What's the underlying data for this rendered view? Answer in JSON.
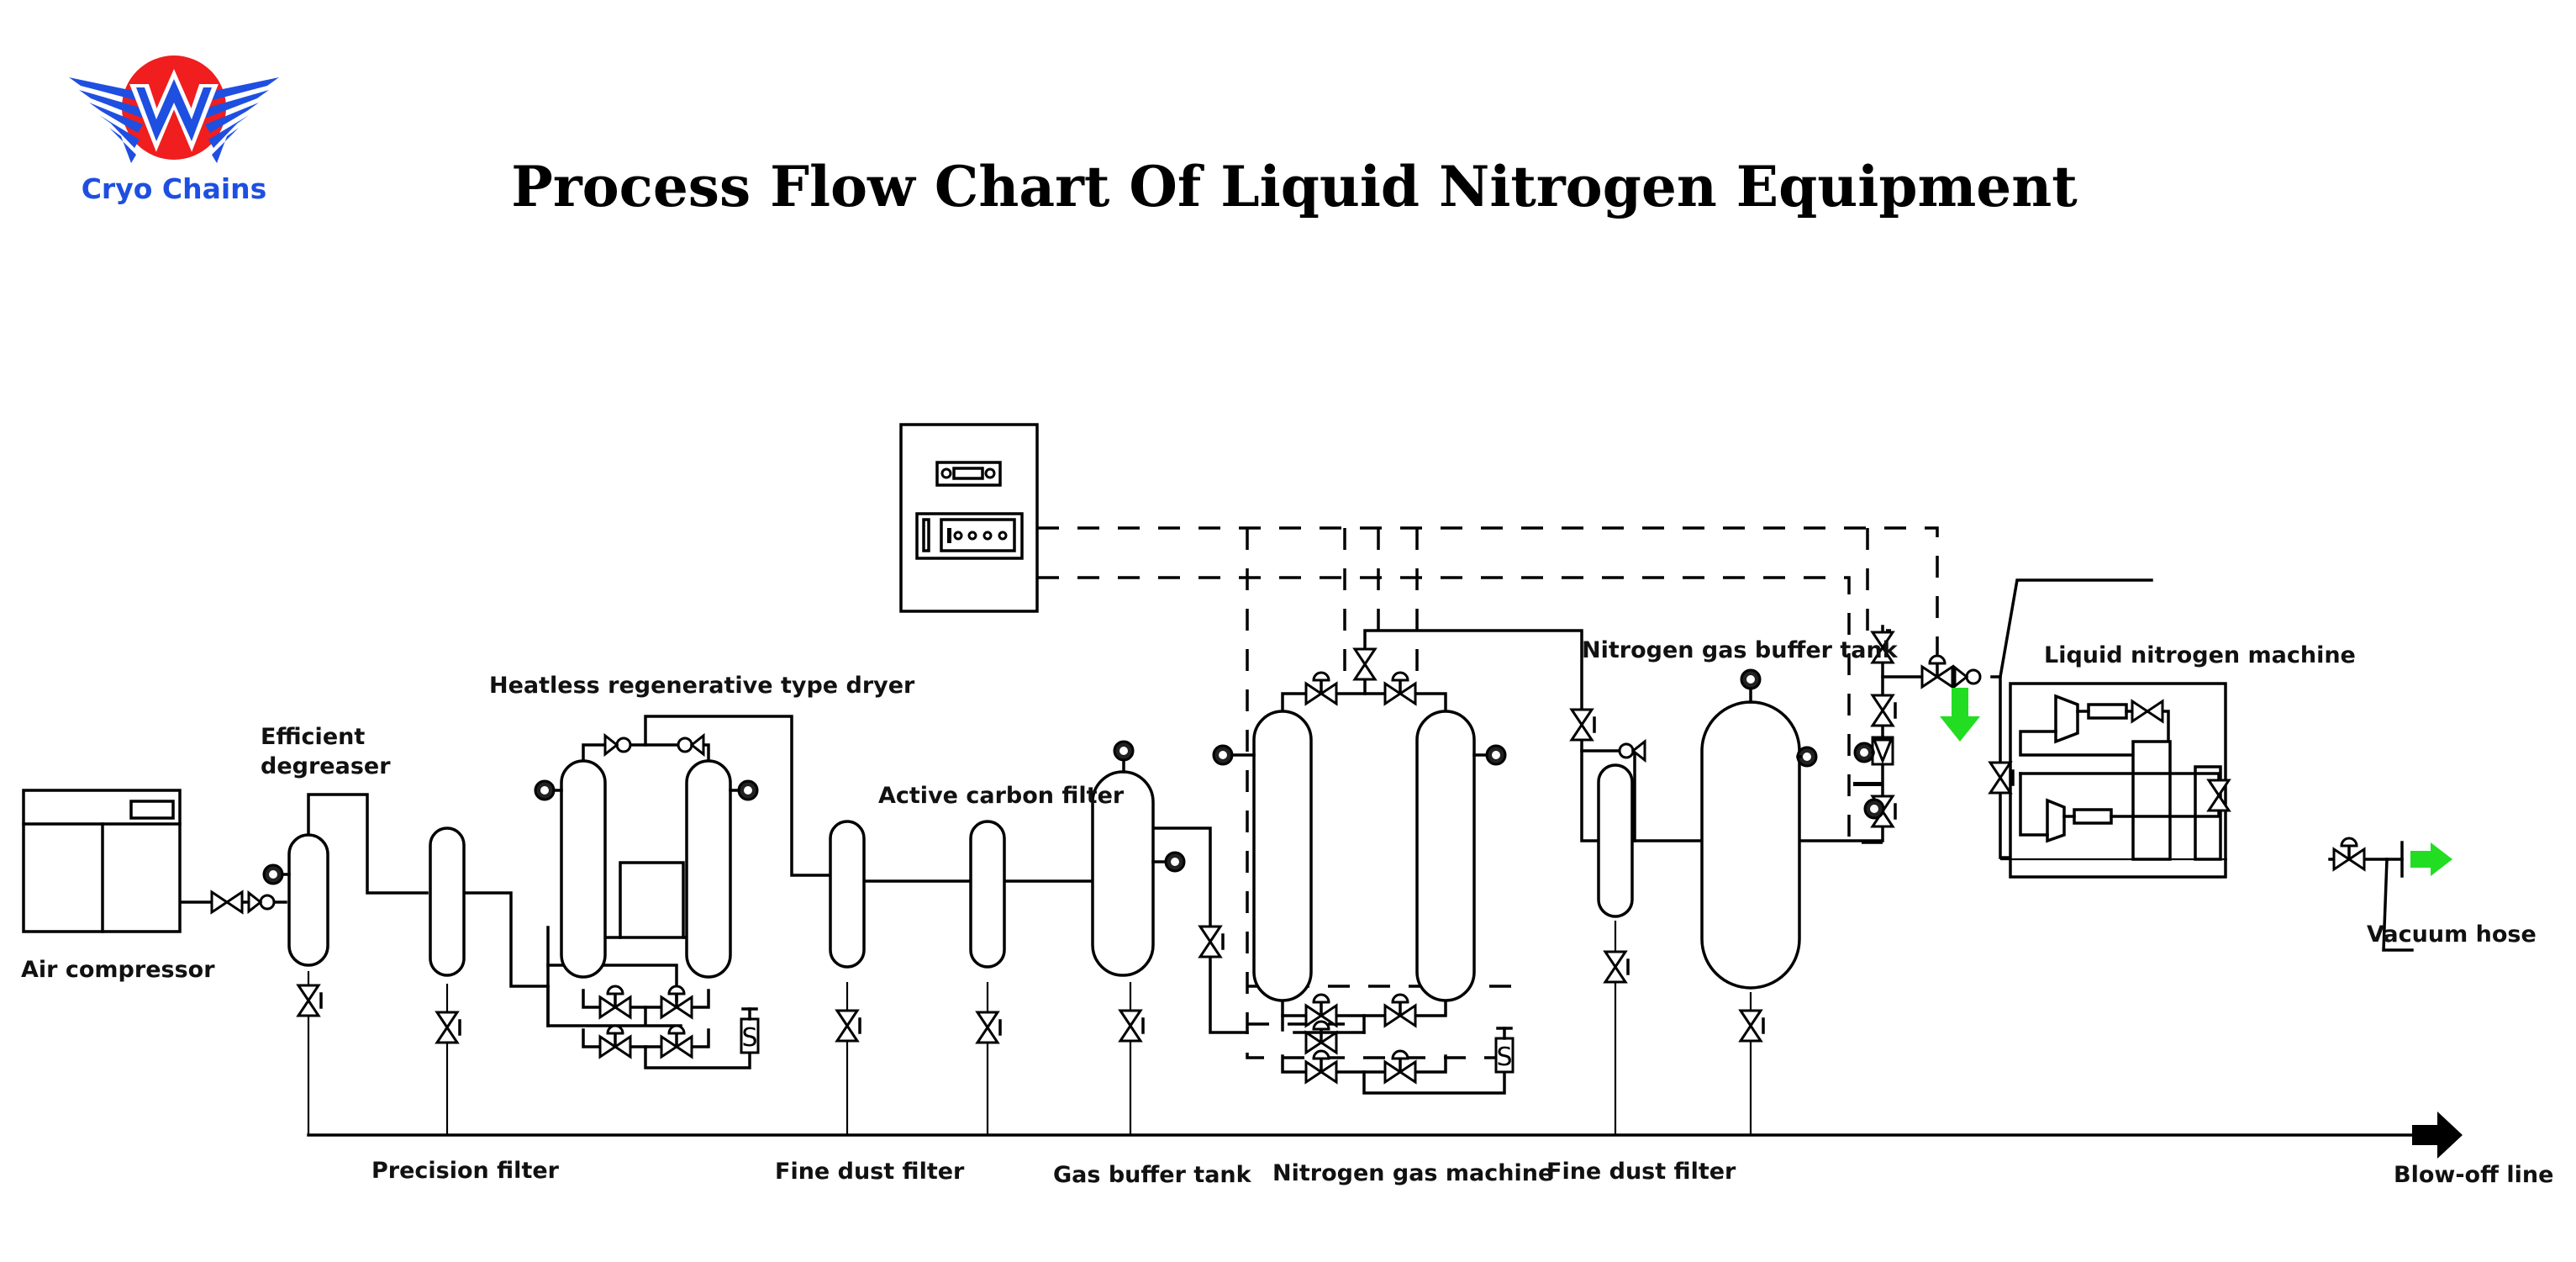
{
  "brand": {
    "name": "Cryo Chains",
    "colors": {
      "wing_blue": "#1f4fe0",
      "circle_red": "#f01e1e",
      "text_blue": "#1f4fe0"
    }
  },
  "title": "Process Flow Chart Of Liquid Nitrogen Equipment",
  "labels": {
    "air_compressor": "Air compressor",
    "efficient_degreaser_line1": "Efficient",
    "efficient_degreaser_line2": "degreaser",
    "precision_filter": "Precision filter",
    "dryer": "Heatless regenerative type dryer",
    "fine_dust_filter_1": "Fine dust filter",
    "active_carbon_filter": "Active carbon filter",
    "gas_buffer_tank": "Gas buffer tank",
    "nitrogen_gas_machine": "Nitrogen gas machine",
    "fine_dust_filter_2": "Fine dust filter",
    "nitrogen_gas_buffer_tank": "Nitrogen gas buffer tank",
    "liquid_nitrogen_machine": "Liquid nitrogen machine",
    "vacuum_hose": "Vacuum hose",
    "blow_off_line": "Blow-off line"
  },
  "flow_arrows": {
    "product_color": "#22dd22",
    "blowoff_color": "#000000"
  },
  "icons": {
    "gauge": "pressure-gauge-icon",
    "valve": "gate-valve-icon",
    "check_valve": "check-valve-icon",
    "control_valve": "pneumatic-control-valve-icon",
    "silencer": "silencer-icon",
    "control_cabinet": "control-cabinet-icon"
  }
}
